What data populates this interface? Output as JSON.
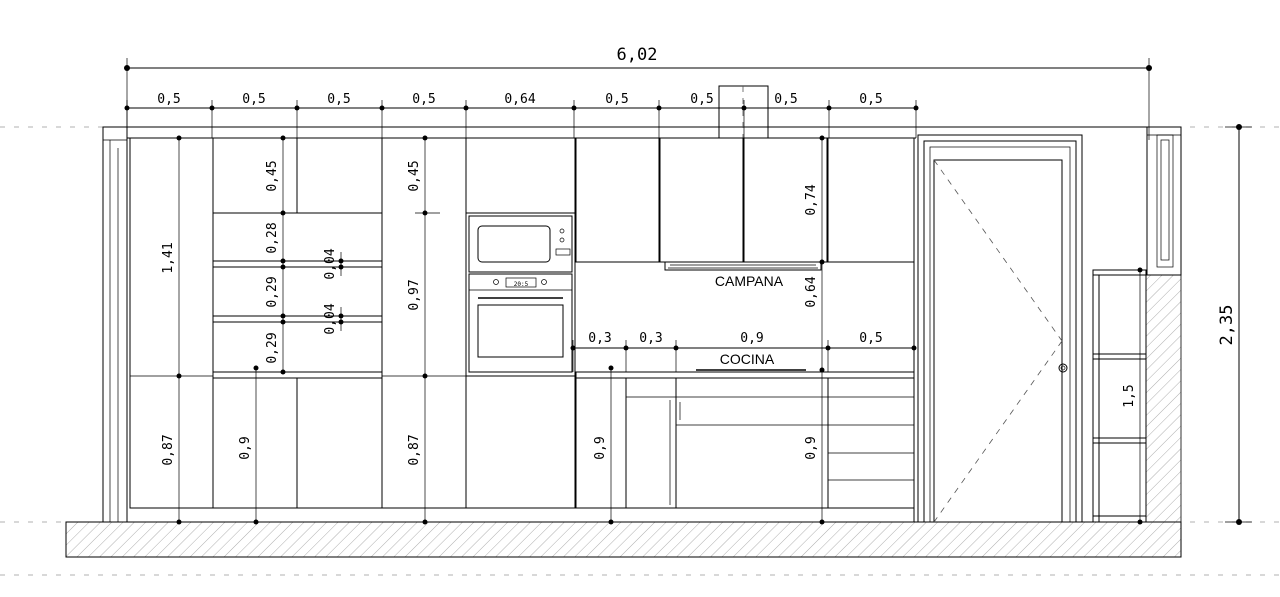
{
  "drawing": {
    "overall_width": "6,02",
    "overall_height": "2,35",
    "module_widths": [
      "0,5",
      "0,5",
      "0,5",
      "0,5",
      "0,64",
      "0,5",
      "0,5",
      "0,5",
      "0,5"
    ],
    "vertical_dims": {
      "tall_unit_height": "1,41",
      "base_height_left": "0,87",
      "upper_left": "0,45",
      "shelf_1": "0,28",
      "shelf_2": "0,29",
      "shelf_3": "0,29",
      "gap_1": "0,04",
      "gap_2": "0,04",
      "base_height_2": "0,9",
      "upper_mid": "0,45",
      "tall_mid": "0,97",
      "base_height_mid": "0,87",
      "base_height_right": "0,9",
      "wall_units": "0,74",
      "hood_clearance": "0,64",
      "base_height_far_right": "0,9",
      "shelf_unit": "1,5"
    },
    "counter_dims": [
      "0,3",
      "0,3",
      "0,9",
      "0,5"
    ],
    "labels": {
      "hood": "CAMPANA",
      "cooktop": "COCINA",
      "oven_display": "20:5"
    }
  }
}
